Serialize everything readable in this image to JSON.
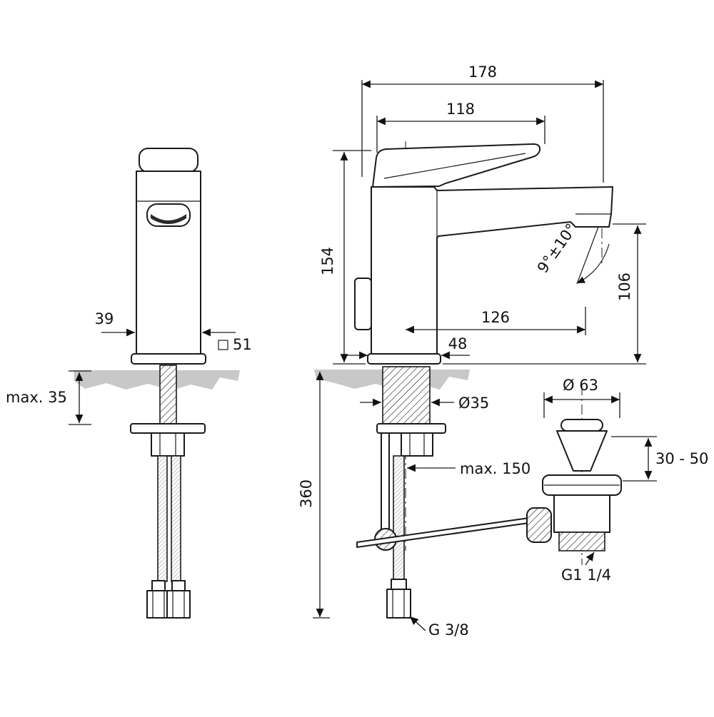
{
  "colors": {
    "line": "#1a1a1a",
    "counter_gray": "#c8c8c8"
  },
  "front": {
    "dim_39": "39",
    "dim_51": "51",
    "dim_max35": "max. 35"
  },
  "side": {
    "dim_178": "178",
    "dim_118": "118",
    "dim_154": "154",
    "dim_angle": "9°±10°",
    "dim_106": "106",
    "dim_126": "126",
    "dim_48": "48",
    "dim_o35": "Ø35",
    "dim_360": "360",
    "dim_max150": "max. 150",
    "dim_o63": "Ø 63",
    "dim_3050": "30 - 50",
    "thread_g114": "G1 1/4",
    "thread_g38": "G 3/8"
  }
}
